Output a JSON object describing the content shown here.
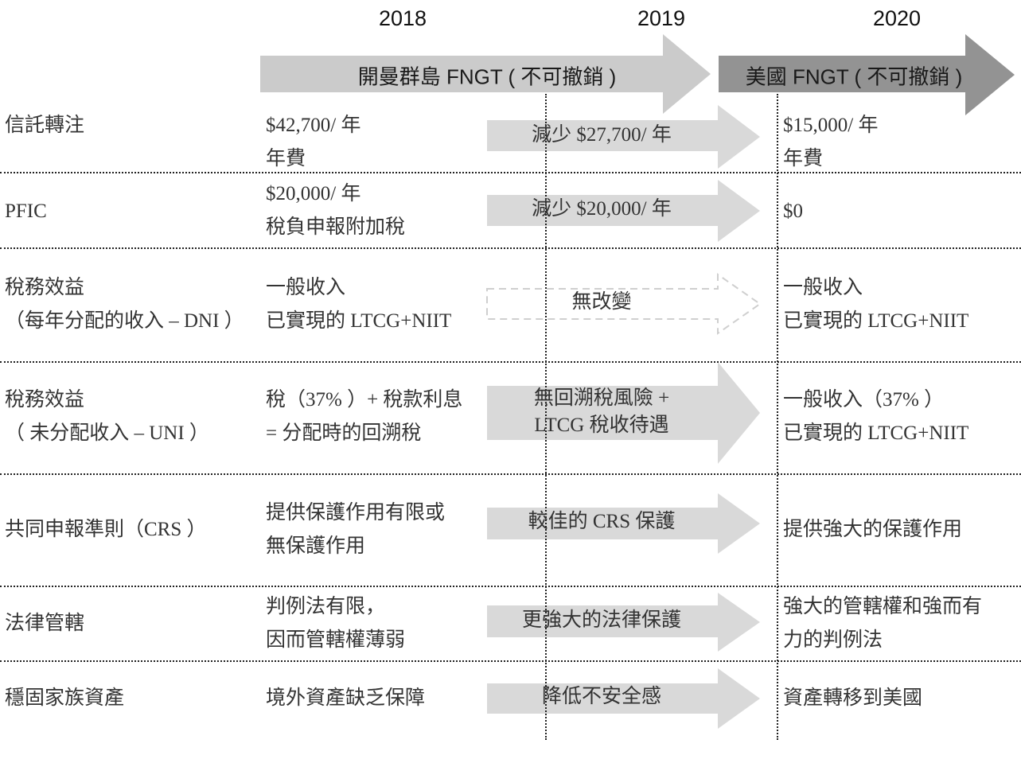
{
  "years": [
    "2018",
    "2019",
    "2020"
  ],
  "banners": {
    "cayman": "開曼群島 FNGT ( 不可撤銷 )",
    "usa": "美國 FNGT ( 不可撤銷 )"
  },
  "colors": {
    "banner_cayman": "#cbcbcb",
    "banner_usa": "#939393",
    "row_arrow": "#d9d9d9",
    "row_arrow_dashed_stroke": "#cfcfcf",
    "rule": "#222222"
  },
  "rows": [
    {
      "label": [
        "信託轉注"
      ],
      "before": [
        "$42,700/ 年",
        "年費"
      ],
      "change": [
        "減少 $27,700/ 年"
      ],
      "after": [
        "$15,000/ 年",
        "年費"
      ]
    },
    {
      "label": [
        "PFIC"
      ],
      "before": [
        "$20,000/ 年",
        "稅負申報附加稅"
      ],
      "change": [
        "減少 $20,000/ 年"
      ],
      "after": [
        "$0"
      ]
    },
    {
      "label": [
        "稅務效益",
        "（每年分配的收入 – DNI ）"
      ],
      "before": [
        "一般收入",
        "已實現的 LTCG+NIIT"
      ],
      "change": [
        "無改變"
      ],
      "after": [
        "一般收入",
        "已實現的 LTCG+NIIT"
      ]
    },
    {
      "label": [
        "稅務效益",
        "（ 未分配收入 – UNI ）"
      ],
      "before": [
        "稅（37% ）+ 稅款利息",
        "= 分配時的回溯稅"
      ],
      "change": [
        "無回溯稅風險 +",
        "LTCG 稅收待遇"
      ],
      "after": [
        "一般收入（37% ）",
        "已實現的 LTCG+NIIT"
      ]
    },
    {
      "label": [
        "共同申報準則（CRS ）"
      ],
      "before": [
        "提供保護作用有限或",
        "無保護作用"
      ],
      "change": [
        "較佳的 CRS 保護"
      ],
      "after": [
        "提供強大的保護作用"
      ]
    },
    {
      "label": [
        "法律管轄"
      ],
      "before": [
        "判例法有限，",
        "因而管轄權薄弱"
      ],
      "change": [
        "更強大的法律保護"
      ],
      "after": [
        "強大的管轄權和強而有",
        "力的判例法"
      ]
    },
    {
      "label": [
        "穩固家族資產"
      ],
      "before": [
        "境外資產缺乏保障"
      ],
      "change": [
        "降低不安全感"
      ],
      "after": [
        "資產轉移到美國"
      ]
    }
  ]
}
